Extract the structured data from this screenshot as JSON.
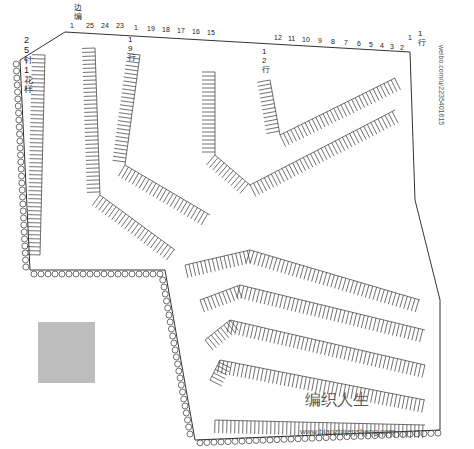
{
  "diagram": {
    "labels": [
      "25针1花样",
      "边编",
      "1",
      "25",
      "24",
      "23",
      "1",
      "19",
      "18",
      "17",
      "16",
      "15",
      "19行",
      "12行",
      "12",
      "11",
      "10",
      "9",
      "8",
      "7",
      "6",
      "5",
      "4",
      "3",
      "2",
      "1",
      "1行",
      "weibo.com/u/2235401615",
      "编织人生",
      "www.bianzhirensheng.com"
    ]
  }
}
